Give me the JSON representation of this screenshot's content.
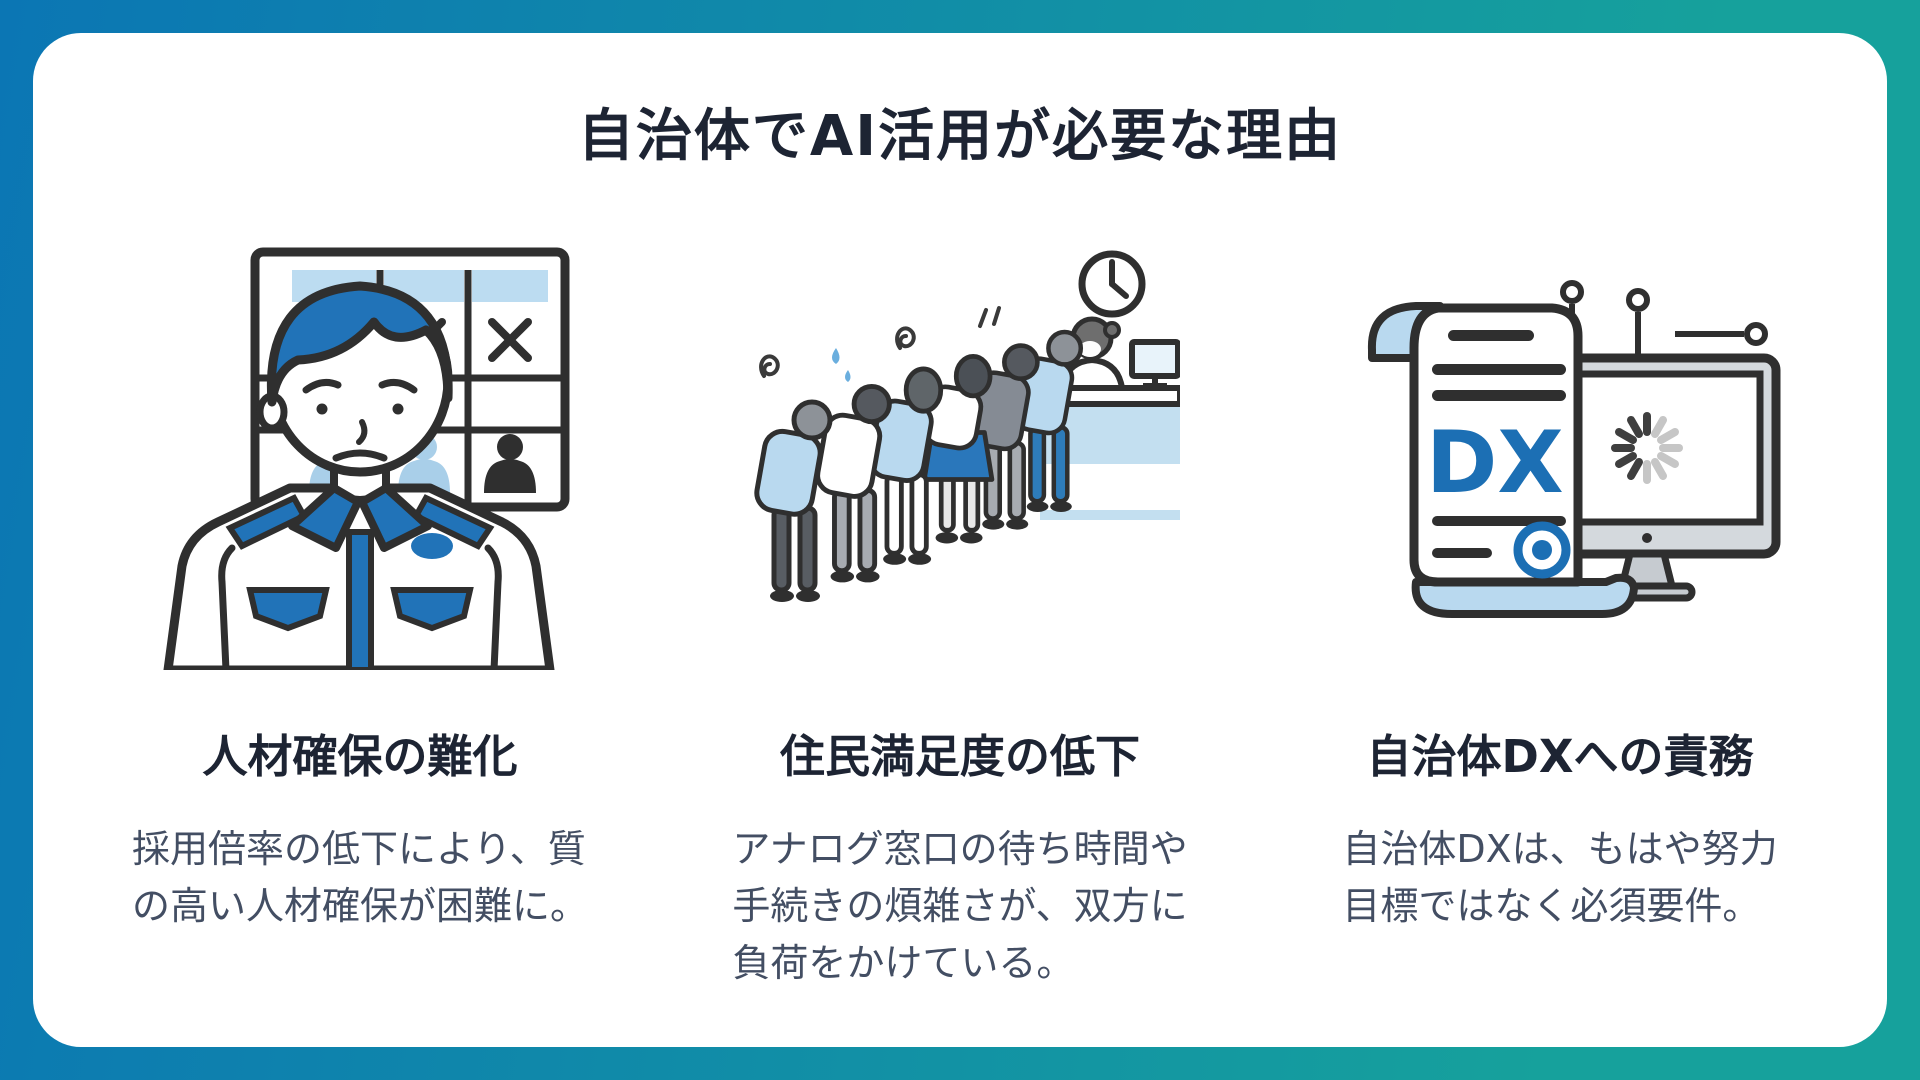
{
  "page": {
    "title": "自治体でAI活用が必要な理由"
  },
  "theme": {
    "background_gradient_start": "#0b76b4",
    "background_gradient_end": "#16a19c",
    "card_background": "#ffffff",
    "heading_color": "#1d2433",
    "body_color": "#434e63",
    "accent_blue": "#2173b8",
    "light_blue": "#b9d9ef",
    "outline_color": "#2f2f2f"
  },
  "columns": [
    {
      "illustration": "worried-worker-with-recruitment-board",
      "heading": "人材確保の難化",
      "body": "採用倍率の低下により、質\nの高い人材確保が困難に。"
    },
    {
      "illustration": "residents-queueing-at-analog-counter",
      "heading": "住民満足度の低下",
      "body": "アナログ窓口の待ち時間や\n手続きの煩雑さが、双方に\n負荷をかけている。"
    },
    {
      "illustration": "dx-document-with-loading-monitor",
      "heading": "自治体DXへの責務",
      "body": "自治体DXは、もはや努力\n目標ではなく必須要件。",
      "dx_label": "DX"
    }
  ]
}
